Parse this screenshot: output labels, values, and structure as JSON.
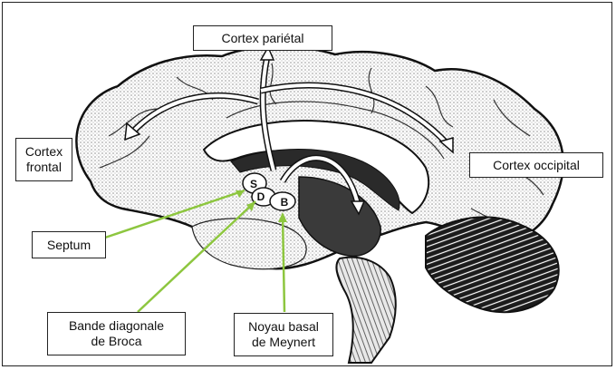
{
  "labels": {
    "parietal": "Cortex pariétal",
    "frontal": "Cortex\nfrontal",
    "occipital": "Cortex occipital",
    "septum": "Septum",
    "bande": "Bande diagonale\nde Broca",
    "noyau": "Noyau basal\nde Meynert"
  },
  "nuclei": {
    "s": "S",
    "d": "D",
    "b": "B"
  },
  "colors": {
    "pointer_line": "#8dc63f",
    "outline": "#111111",
    "stipple": "#9a9a9a",
    "dark_region": "#2a2a2a"
  }
}
